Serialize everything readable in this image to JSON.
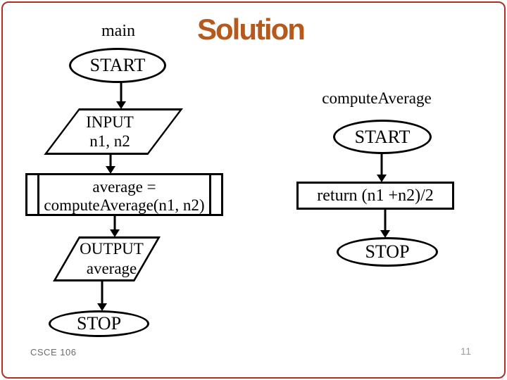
{
  "slide": {
    "title": "Solution",
    "footer_left": "CSCE 106",
    "page_number": "11",
    "colors": {
      "title": "#b5591d",
      "border": "#a93226",
      "shape_stroke": "#000000",
      "footer_left": "#6b6b6b",
      "page_number": "#9b9b9b"
    }
  },
  "main_flowchart": {
    "label": "main",
    "start": "START",
    "input": {
      "line1": "INPUT",
      "line2": "n1, n2"
    },
    "process": {
      "line1": "average =",
      "line2": "computeAverage(n1, n2)"
    },
    "output": {
      "line1": "OUTPUT",
      "line2": "average"
    },
    "stop": "STOP"
  },
  "sub_flowchart": {
    "label": "computeAverage",
    "start": "START",
    "return_statement": "return (n1 +n2)/2",
    "stop": "STOP"
  }
}
